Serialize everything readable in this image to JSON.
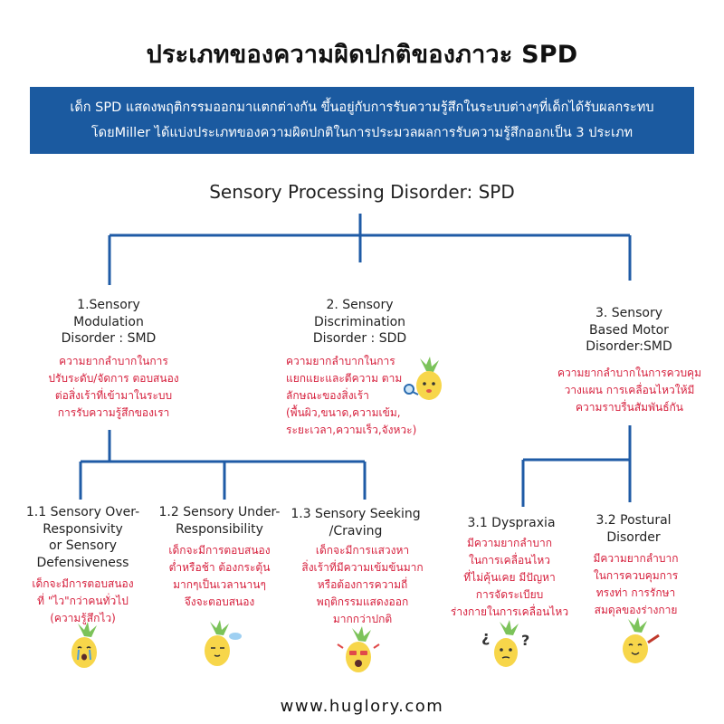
{
  "title": "ประเภทของความผิดปกติของภาวะ SPD",
  "intro": {
    "line1": "เด็ก SPD แสดงพฤติกรรมออกมาแตกต่างกัน ขึ้นอยู่กับการรับความรู้สึกในระบบต่างๆที่เด็กได้รับผลกระทบ",
    "line2": "โดยMiller ได้แบ่งประเภทของความผิดปกติในการประมวลผลการรับความรู้สึกออกเป็น 3 ประเภท"
  },
  "root": "Sensory Processing Disorder: SPD",
  "categories": [
    {
      "title_lines": [
        "1.Sensory",
        "Modulation",
        "Disorder : SMD"
      ],
      "desc_lines": [
        "ความยากลำบากในการ",
        "ปรับระดับ/จัดการ ตอบสนอง",
        "ต่อสิ่งเร้าที่เข้ามาในระบบ",
        "การรับความรู้สึกของเรา"
      ]
    },
    {
      "title_lines": [
        "2. Sensory",
        "Discrimination",
        "Disorder : SDD"
      ],
      "desc_lines": [
        "ความยากลำบากในการ",
        "แยกแยะและตีความ ตาม",
        "ลักษณะของสิ่งเร้า",
        "(พื้นผิว,ขนาด,ความเข้ม,",
        "ระยะเวลา,ความเร็ว,จังหวะ)"
      ]
    },
    {
      "title_lines": [
        "3. Sensory",
        "Based Motor",
        "Disorder:SMD"
      ],
      "desc_lines": [
        "ความยากลำบากในการควบคุม",
        "วางแผน การเคลื่อนไหวให้มี",
        "ความราบรื่นสัมพันธ์กัน"
      ]
    }
  ],
  "subtypes": [
    {
      "title_lines": [
        "1.1 Sensory Over-",
        "Responsivity",
        "or Sensory",
        "Defensiveness"
      ],
      "desc_lines": [
        "เด็กจะมีการตอบสนอง",
        "ที่ \"ไว\"กว่าคนทั่วไป",
        "(ความรู้สึกไว)"
      ]
    },
    {
      "title_lines": [
        "1.2 Sensory Under-",
        "Responsibility"
      ],
      "desc_lines": [
        "เด็กจะมีการตอบสนอง",
        "ต่ำหรือช้า ต้องกระตุ้น",
        "มากๆเป็นเวลานานๆ",
        "จึงจะตอบสนอง"
      ]
    },
    {
      "title_lines": [
        "1.3 Sensory Seeking",
        "/Craving"
      ],
      "desc_lines": [
        "เด็กจะมีการแสวงหา",
        "สิ่งเร้าที่มีความเข้มข้นมาก",
        "หรือต้องการความถี่",
        "พฤติกรรมแสดงออก",
        "มากกว่าปกติ"
      ]
    },
    {
      "title_lines": [
        "3.1 Dyspraxia"
      ],
      "desc_lines": [
        "มีความยากลำบาก",
        "ในการเคลื่อนไหว",
        "ที่ไม่คุ้นเคย มีปัญหา",
        "การจัดระเบียบ",
        "ร่างกายในการเคลื่อนไหว"
      ]
    },
    {
      "title_lines": [
        "3.2 Postural",
        "Disorder"
      ],
      "desc_lines": [
        "มีความยากลำบาก",
        "ในการควบคุมการ",
        "ทรงท่า การรักษา",
        "สมดุลของร่างกาย"
      ]
    }
  ],
  "footer": "www.huglory.com",
  "colors": {
    "banner": "#1b5aa0",
    "lines": "#1f5ba6",
    "description_text": "#d61f3c",
    "pineapple_body": "#f7d64a",
    "pineapple_leaves": "#7cc35a"
  }
}
